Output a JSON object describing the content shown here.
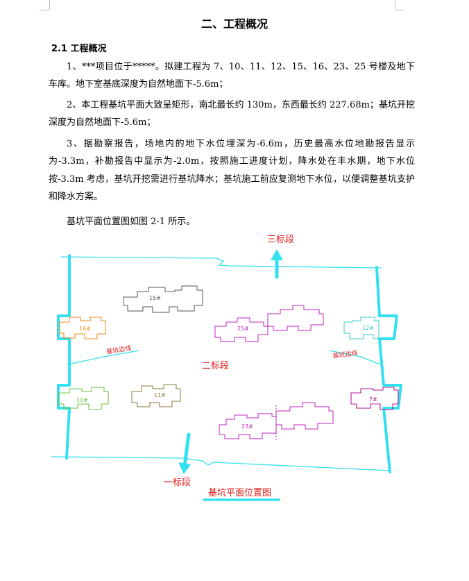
{
  "document": {
    "title": "二、工程概况",
    "section_heading": "2.1 工程概况",
    "paragraphs": [
      "1、***项目位于*****。拟建工程为 7、10、11、12、15、16、23、25 号楼及地下车库。地下室基底深度为自然地面下-5.6m；",
      "2、本工程基坑平面大致呈矩形，南北最长约 130m，东西最长约 227.68m；基坑开挖深度为自然地面下-5.6m；",
      "3、据勘察报告，场地内的地下水位埋深为-6.6m，历史最高水位地勘报告显示为-3.3m，补勘报告中显示为-2.0m，按照施工进度计划，降水处在丰水期，地下水位按-3.3m 考虑，基坑开挖需进行基坑降水；基坑施工前应复测地下水位，以便调整基坑支护和降水方案。",
      "基坑平面位置图如图 2-1 所示。"
    ]
  },
  "figure": {
    "caption": "基坑平面位置图",
    "labels": {
      "section_3": "三标段",
      "section_2": "二标段",
      "section_1": "一标段",
      "pit_edge_left": "基坑边线",
      "pit_edge_right": "基坑边线"
    },
    "buildings": {
      "b15": "15#",
      "b16": "16#",
      "b25": "25#",
      "b12": "12#",
      "b10": "10#",
      "b11": "11#",
      "b23": "23#",
      "b7": "7#"
    },
    "colors": {
      "boundary": "#33e0ef",
      "annotation": "#e01818",
      "b15": "#555555",
      "b16": "#f08c1e",
      "b25": "#c020c0",
      "b12": "#30c8c8",
      "b10": "#70c040",
      "b11": "#8a7a3a",
      "b23": "#c020c0",
      "b7": "#b0189a"
    }
  }
}
